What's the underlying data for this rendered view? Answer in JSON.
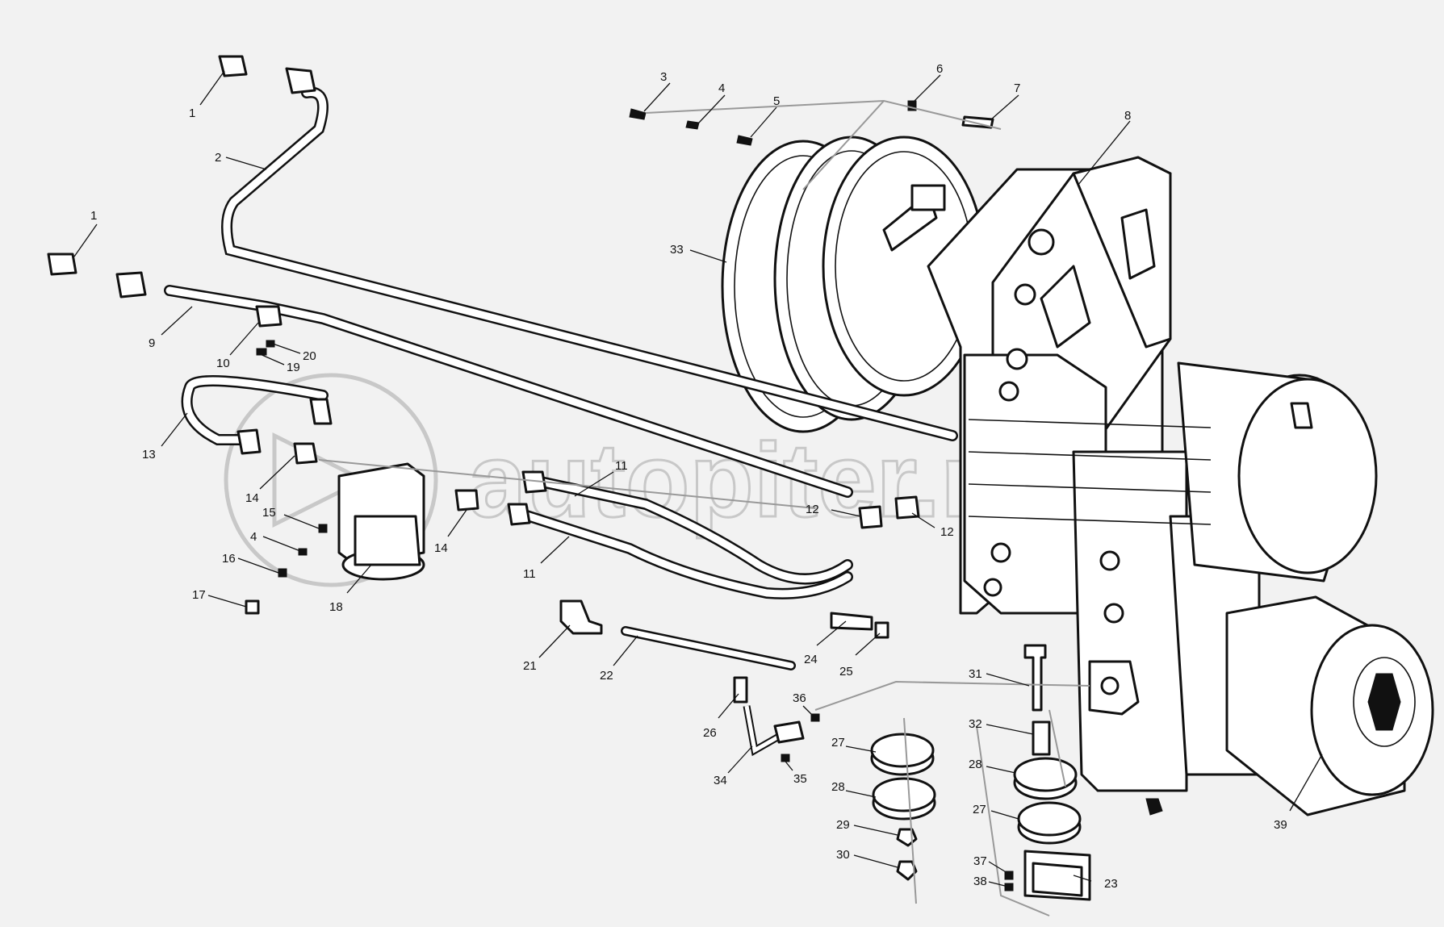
{
  "watermark": "autopiter.ru",
  "callouts": [
    {
      "id": "c1a",
      "text": "1"
    },
    {
      "id": "c1b",
      "text": "1"
    },
    {
      "id": "c2",
      "text": "2"
    },
    {
      "id": "c3",
      "text": "3"
    },
    {
      "id": "c4a",
      "text": "4"
    },
    {
      "id": "c4b",
      "text": "4"
    },
    {
      "id": "c5",
      "text": "5"
    },
    {
      "id": "c6",
      "text": "6"
    },
    {
      "id": "c7",
      "text": "7"
    },
    {
      "id": "c8",
      "text": "8"
    },
    {
      "id": "c9",
      "text": "9"
    },
    {
      "id": "c10",
      "text": "10"
    },
    {
      "id": "c11a",
      "text": "11"
    },
    {
      "id": "c11b",
      "text": "11"
    },
    {
      "id": "c12a",
      "text": "12"
    },
    {
      "id": "c12b",
      "text": "12"
    },
    {
      "id": "c13",
      "text": "13"
    },
    {
      "id": "c14a",
      "text": "14"
    },
    {
      "id": "c14b",
      "text": "14"
    },
    {
      "id": "c15",
      "text": "15"
    },
    {
      "id": "c16",
      "text": "16"
    },
    {
      "id": "c17",
      "text": "17"
    },
    {
      "id": "c18",
      "text": "18"
    },
    {
      "id": "c19",
      "text": "19"
    },
    {
      "id": "c20",
      "text": "20"
    },
    {
      "id": "c21",
      "text": "21"
    },
    {
      "id": "c22",
      "text": "22"
    },
    {
      "id": "c23",
      "text": "23"
    },
    {
      "id": "c24",
      "text": "24"
    },
    {
      "id": "c25",
      "text": "25"
    },
    {
      "id": "c26",
      "text": "26"
    },
    {
      "id": "c27a",
      "text": "27"
    },
    {
      "id": "c27b",
      "text": "27"
    },
    {
      "id": "c28a",
      "text": "28"
    },
    {
      "id": "c28b",
      "text": "28"
    },
    {
      "id": "c29",
      "text": "29"
    },
    {
      "id": "c30",
      "text": "30"
    },
    {
      "id": "c31",
      "text": "31"
    },
    {
      "id": "c32",
      "text": "32"
    },
    {
      "id": "c33",
      "text": "33"
    },
    {
      "id": "c34",
      "text": "34"
    },
    {
      "id": "c35",
      "text": "35"
    },
    {
      "id": "c36",
      "text": "36"
    },
    {
      "id": "c37",
      "text": "37"
    },
    {
      "id": "c38",
      "text": "38"
    },
    {
      "id": "c39",
      "text": "39"
    }
  ]
}
